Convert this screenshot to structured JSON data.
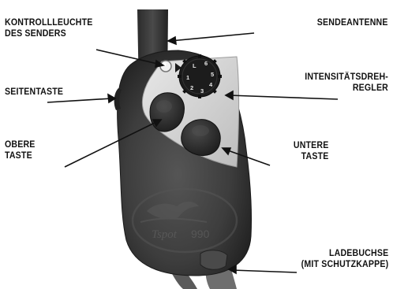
{
  "labels": {
    "indicator_light": [
      "KONTROLLLEUCHTE",
      "DES SENDERS"
    ],
    "antenna": [
      "SENDEANTENNE"
    ],
    "intensity_dial": [
      "INTENSITÄTSDREH-",
      "REGLER"
    ],
    "side_button": [
      "SEITENTASTE"
    ],
    "upper_button": [
      "OBERE",
      "TASTE"
    ],
    "lower_button": [
      "UNTERE",
      "TASTE"
    ],
    "charging_jack": [
      "LADEBUCHSE",
      "(MIT SCHUTZKAPPE)"
    ]
  },
  "device": {
    "brand_text": "Tspot",
    "model_text": "990",
    "dial_numbers": [
      "L",
      "1",
      "2",
      "3",
      "4",
      "5",
      "6"
    ]
  },
  "colors": {
    "body": "#3c3c3c",
    "faceplate": "#d9d9d9",
    "button": "#2a2a2a",
    "dial": "#1c1c1c"
  }
}
